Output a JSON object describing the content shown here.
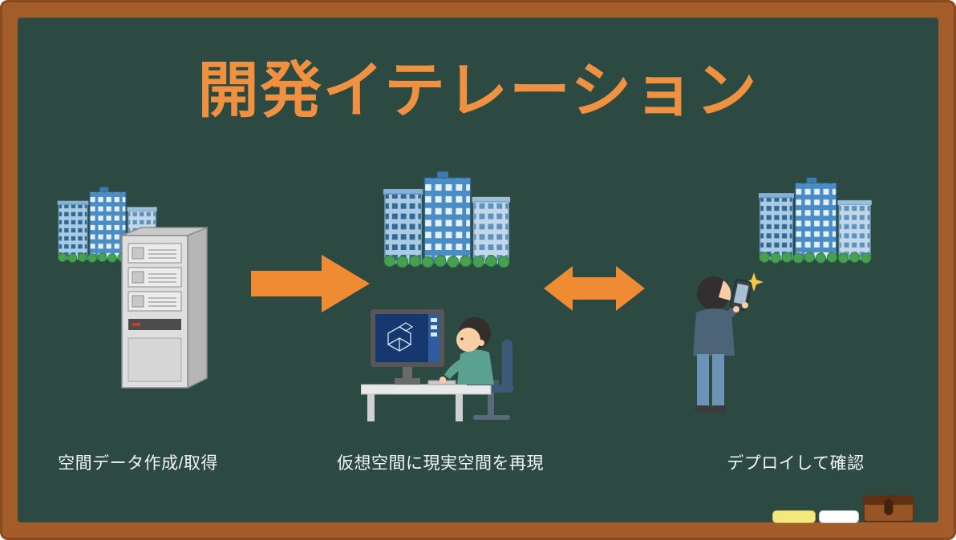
{
  "slide": {
    "title": "開発イテレーション",
    "steps": [
      {
        "label": "空間データ作成/取得",
        "illustration": "server-and-buildings"
      },
      {
        "label": "仮想空間に現実空間を再現",
        "illustration": "developer-at-computer-with-buildings"
      },
      {
        "label": "デプロイして確認",
        "illustration": "person-photographing-with-buildings"
      }
    ],
    "flow": {
      "arrow_1": "right",
      "arrow_2": "double-headed"
    },
    "colors": {
      "frame_brown": "#a25d2b",
      "board_green": "#2c4a42",
      "title_orange": "#ef9140",
      "arrow_orange": "#ee8b33",
      "label_white": "#f4f4f4",
      "chalk_yellow": "#f2e87e",
      "chalk_white": "#ffffff",
      "eraser_brown": "#955526"
    },
    "tray_items": [
      "chalk-yellow",
      "chalk-white",
      "eraser"
    ]
  }
}
